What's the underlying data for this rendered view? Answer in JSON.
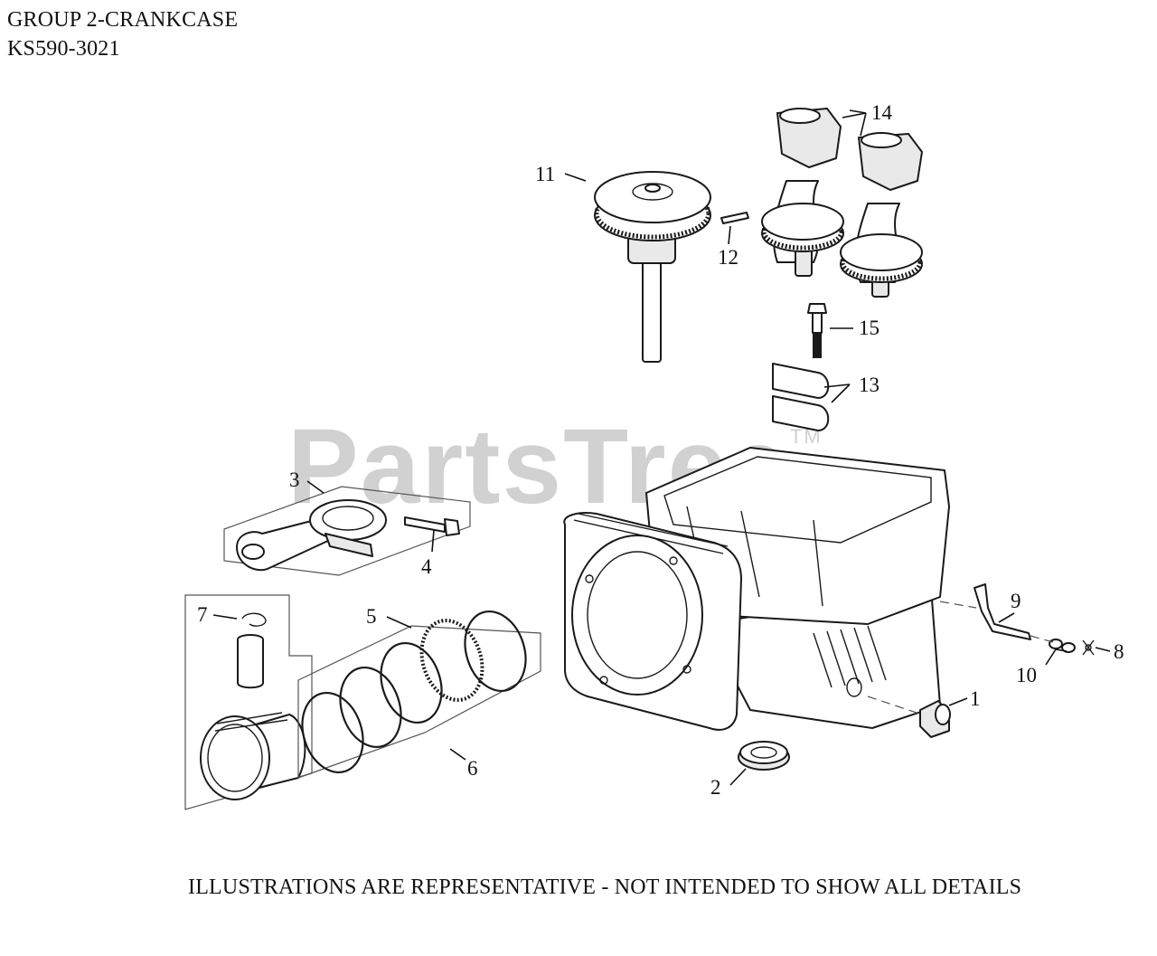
{
  "header": {
    "title": "GROUP 2-CRANKCASE",
    "model": "KS590-3021"
  },
  "watermark": {
    "brand": "PartsTree",
    "trademark": "TM",
    "color": "#c9c9c9"
  },
  "footer": {
    "disclaimer": "ILLUSTRATIONS ARE REPRESENTATIVE - NOT INTENDED TO SHOW ALL DETAILS"
  },
  "callouts": {
    "c1": "1",
    "c2": "2",
    "c3": "3",
    "c4": "4",
    "c5": "5",
    "c6": "6",
    "c7": "7",
    "c8": "8",
    "c9": "9",
    "c10": "10",
    "c11": "11",
    "c12": "12",
    "c13": "13",
    "c14": "14",
    "c15": "15"
  }
}
